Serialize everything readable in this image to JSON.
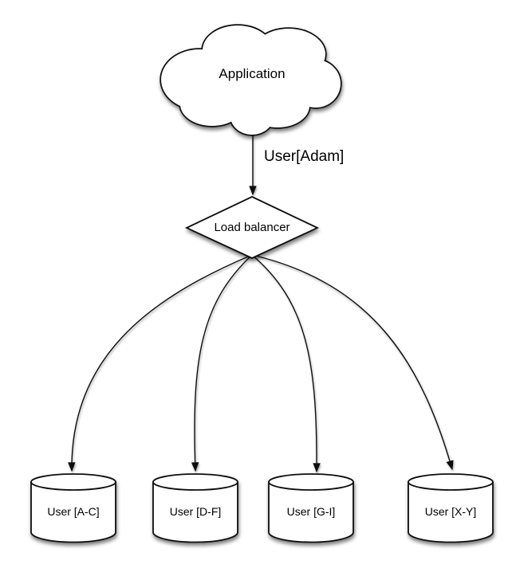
{
  "canvas": {
    "background": "#ffffff",
    "shape_fill": "#ffffff",
    "stroke_color": "#111111",
    "text_color": "#000000"
  },
  "nodes": {
    "application": {
      "type": "cloud",
      "label": "Application"
    },
    "load_balancer": {
      "type": "diamond",
      "label": "Load balancer"
    },
    "shards": [
      {
        "type": "database-cylinder",
        "label": "User [A-C]"
      },
      {
        "type": "database-cylinder",
        "label": "User [D-F]"
      },
      {
        "type": "database-cylinder",
        "label": "User [G-I]"
      },
      {
        "type": "database-cylinder",
        "label": "User [X-Y]"
      }
    ]
  },
  "edges": {
    "app_to_lb": {
      "label": "User[Adam]",
      "from": "application",
      "to": "load_balancer"
    },
    "lb_to_shards": [
      {
        "from": "load_balancer",
        "to": "User [A-C]"
      },
      {
        "from": "load_balancer",
        "to": "User [D-F]"
      },
      {
        "from": "load_balancer",
        "to": "User [G-I]"
      },
      {
        "from": "load_balancer",
        "to": "User [X-Y]"
      }
    ]
  }
}
